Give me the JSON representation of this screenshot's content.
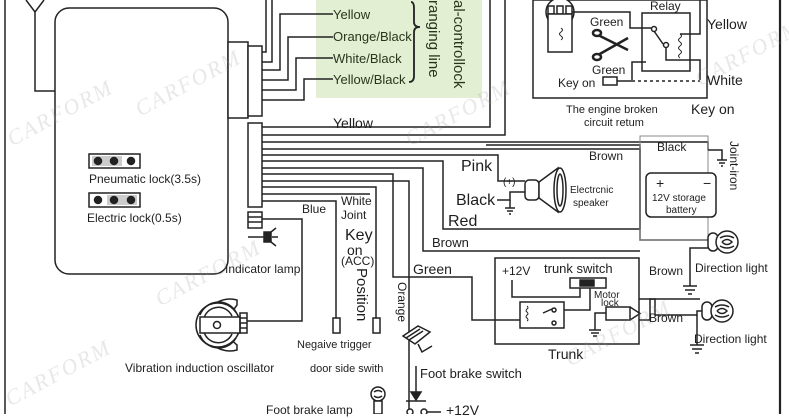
{
  "diagram": {
    "title": "Car alarm wiring diagram",
    "watermark": "CARFORM",
    "colors": {
      "line": "#222222",
      "highlight_bg": "#e2efd2",
      "highlight_text": "#28361c"
    },
    "central_lock": {
      "wires": [
        "Yellow",
        "Orange/Black",
        "White/Black",
        "Yellow/Black"
      ],
      "group_label_1": "Central-controllock",
      "group_label_1_visible": "al-controllock",
      "group_label_2": "changing line",
      "group_label_2_visible": "ranging line"
    },
    "main_unit": {
      "jumper_1_label": "Pneumatic lock(3.5s)",
      "jumper_2_label": "Electric lock(0.5s)"
    },
    "wires": {
      "yellow": "Yellow",
      "pink": "Pink",
      "black": "Black",
      "red": "Red",
      "brown_main": "Brown",
      "brown_top": "Brown",
      "black_battery": "Black",
      "green": "Green",
      "blue": "Blue",
      "white_joint_1": "White",
      "white_joint_2": "Joint",
      "orange": "Orange",
      "brown_dir_1": "Brown",
      "brown_dir_2": "Brown"
    },
    "key_on_acc": {
      "line1": "Key",
      "line2": "on",
      "line3": "(ACC)",
      "position": "Position"
    },
    "speaker": {
      "polarity": "(+)",
      "label_1": "Electrcnic",
      "label_2": "speaker"
    },
    "battery": {
      "plus": "+",
      "minus": "−",
      "label_1": "12V  storage",
      "label_2": "battery",
      "ground_label": "Joint-iron"
    },
    "engine_circuit": {
      "relay_label": "Relay",
      "green_1": "Green",
      "green_2": "Green",
      "key_on": "Key on",
      "yellow": "Yellow",
      "white": "White",
      "caption_1": "The engine broken",
      "caption_2": "circuit retum",
      "outer_key_on": "Key on"
    },
    "trunk": {
      "plus12v": "+12V",
      "switch_label": "trunk switch",
      "motor_1": "Motor",
      "motor_2": "lock",
      "caption": "Trunk"
    },
    "peripherals": {
      "indicator_lamp": "Indicator lamp",
      "vibration": "Vibration induction oscillator",
      "negative_trigger": "Negaive trigger",
      "door_switch": "door side swith",
      "foot_brake_switch": "Foot brake switch",
      "foot_brake_lamp": "Foot brake lamp",
      "plus12v_bottom": "+12V",
      "direction_light_1": "Direction light",
      "direction_light_2": "Direction light"
    }
  }
}
